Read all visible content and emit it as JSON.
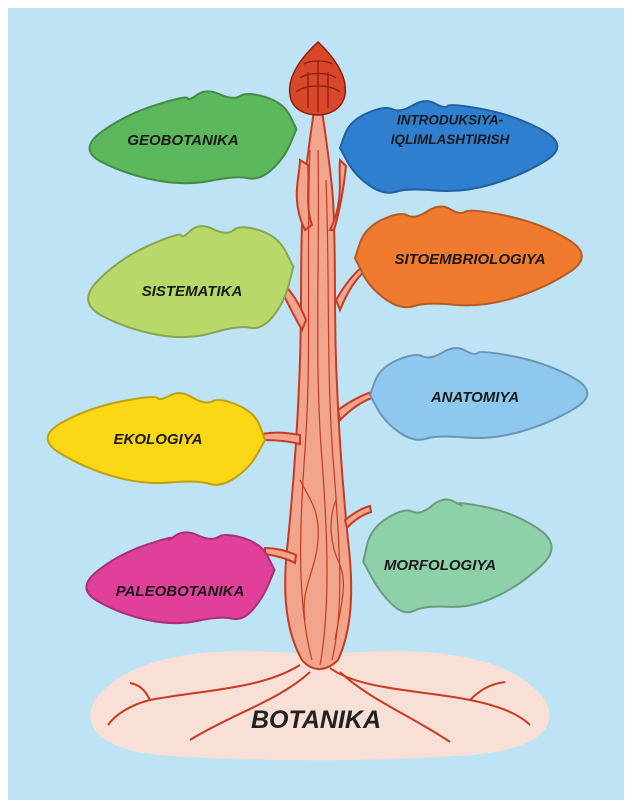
{
  "root": {
    "label": "BOTANIKA"
  },
  "leaves": [
    {
      "id": "geobotanika",
      "lines": [
        "GEOBOTANIKA"
      ],
      "color": "#5cb85c"
    },
    {
      "id": "introduksiya",
      "lines": [
        "INTRODUKSIYA-",
        "IQLIMLASHTIRISH"
      ],
      "color": "#2e7fd0"
    },
    {
      "id": "sistematika",
      "lines": [
        "SISTEMATIKA"
      ],
      "color": "#b8d96a"
    },
    {
      "id": "sitoembriologiya",
      "lines": [
        "SITOEMBRIOLOGIYA"
      ],
      "color": "#f07a2e"
    },
    {
      "id": "anatomiya",
      "lines": [
        "ANATOMIYA"
      ],
      "color": "#8fc8ee"
    },
    {
      "id": "ekologiya",
      "lines": [
        "EKOLOGIYA"
      ],
      "color": "#fbd716"
    },
    {
      "id": "morfologiya",
      "lines": [
        "MORFOLOGIYA"
      ],
      "color": "#8ed0a8"
    },
    {
      "id": "paleobotanika",
      "lines": [
        "PALEOBOTANIKA"
      ],
      "color": "#e0409a"
    }
  ],
  "colors": {
    "background": "#bde3f5",
    "trunk": "#f0a58c",
    "trunk_outline": "#c83a22",
    "bud": "#d9472b",
    "soil": "#f9e0d6"
  }
}
